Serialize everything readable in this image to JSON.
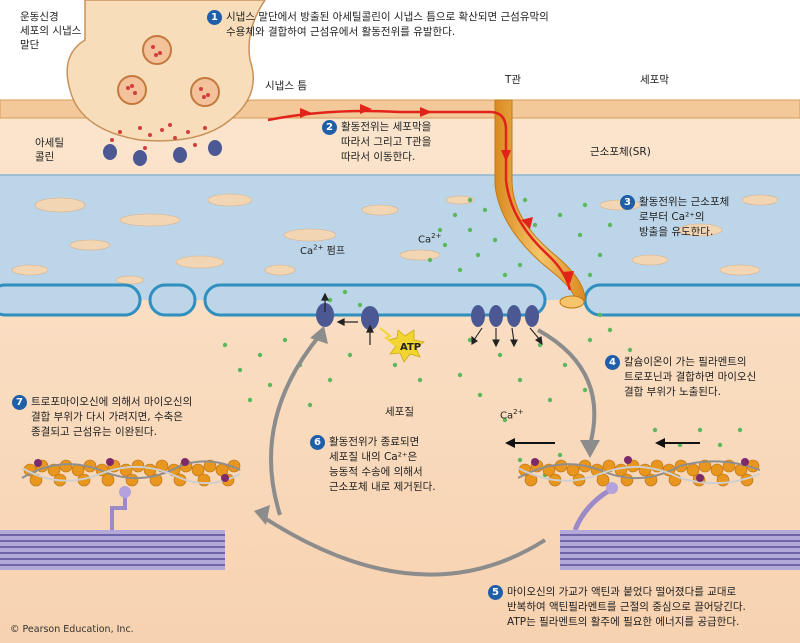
{
  "labels": {
    "motor_neuron_terminal": "운동신경\n세포의 시냅스\n말단",
    "synaptic_cleft": "시냅스 틈",
    "acetylcholine": "아세틸\n콜린",
    "t_tubule": "T관",
    "sarcolemma": "세포막",
    "sr": "근소포체(SR)",
    "ca_pump": "펌프",
    "ca_symbol": "Ca",
    "ca_charge": "2+",
    "atp": "ATP",
    "cytosol": "세포질",
    "copyright": "© Pearson Education, Inc."
  },
  "steps": [
    {
      "num": "1",
      "text": "시냅스 말단에서 방출된 아세틸콜린이 시냅스 틈으로 확산되면 근섬유막의\n수용체와 결합하여 근섬유에서 활동전위를 유발한다."
    },
    {
      "num": "2",
      "text": "활동전위는 세포막을\n따라서 그리고 T관을\n따라서 이동한다."
    },
    {
      "num": "3",
      "text": "활동전위는 근소포체\n로부터 Ca²⁺의\n방출을 유도한다."
    },
    {
      "num": "4",
      "text": "칼슘이온이 가는 필라멘트의\n트로포닌과 결합하면 마이오신\n결합 부위가 노출된다."
    },
    {
      "num": "5",
      "text": "마이오신의 가교가 액틴과 붙었다 떨어졌다를 교대로\n반복하여 액틴필라멘트를 근절의 중심으로 끌어당긴다.\nATP는 필라멘트의 활주에 필요한 에너지를 공급한다."
    },
    {
      "num": "6",
      "text": "활동전위가 종료되면\n세포질 내의 Ca²⁺은\n능동적 수송에 의해서\n근소포체 내로 제거된다."
    },
    {
      "num": "7",
      "text": "트로포마이오신에 의해서 마이오신의\n결합 부위가 다시 가려지면, 수축은\n종결되고 근섬유는 이완된다."
    }
  ],
  "colors": {
    "cytosol": "#fbe6cf",
    "neuron": "#f7ddb9",
    "sr_fill": "#b9d3e6",
    "sr_outline": "#2f8fbf",
    "t_tubule": "#f0b24a",
    "arrow_red": "#e2231a",
    "ca_dot": "#5cb85c",
    "cycle_arrow": "#8c8c8c",
    "actin": "#e8961e",
    "myosin": "#7c6fb0"
  }
}
